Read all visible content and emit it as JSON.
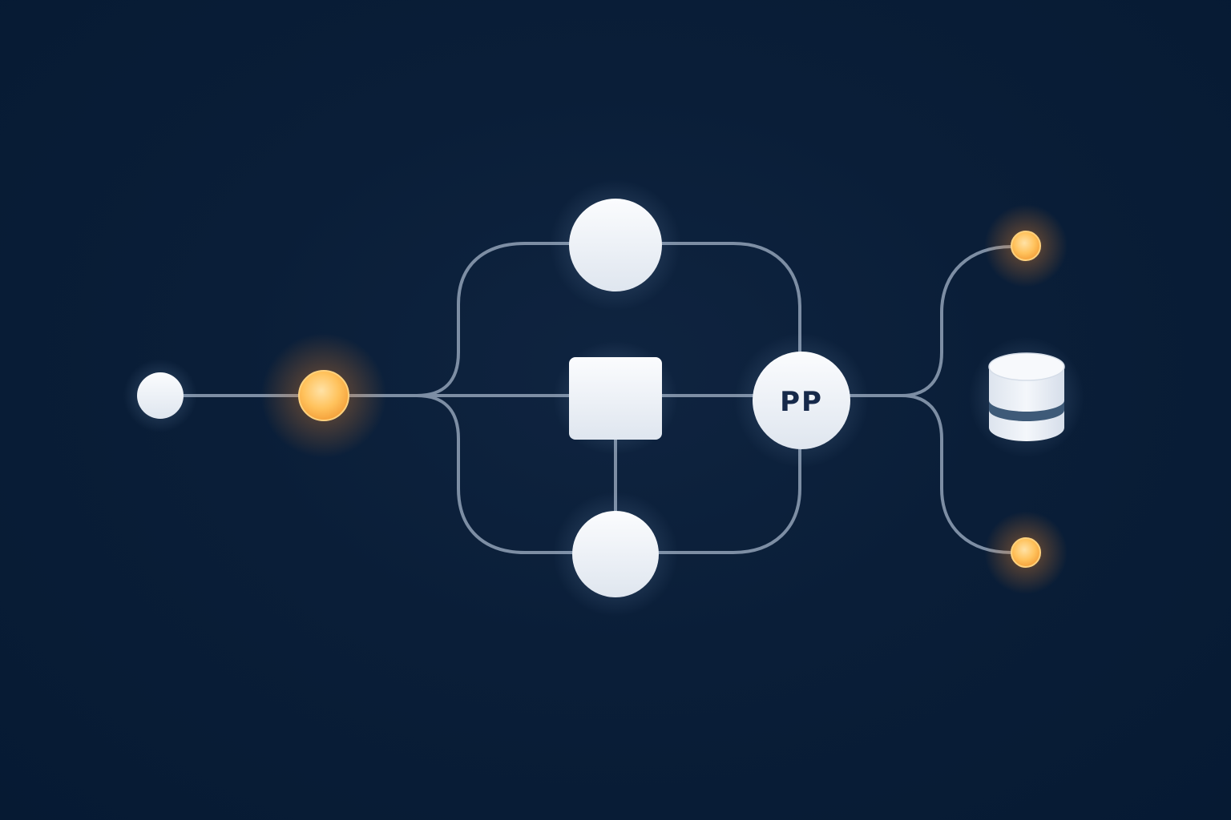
{
  "diagram": {
    "merge_node_label": "PP",
    "colors": {
      "background": "#0a1e38",
      "connector": "#7d8ea4",
      "node_fill": "#eef2f7",
      "accent_glow": "#ffb347",
      "label_text": "#16294a",
      "database_band": "#3e5a78"
    },
    "nodes": [
      {
        "id": "source",
        "shape": "circle"
      },
      {
        "id": "emitter",
        "shape": "glowing-dot"
      },
      {
        "id": "upper",
        "shape": "circle"
      },
      {
        "id": "core",
        "shape": "rounded-square"
      },
      {
        "id": "lower",
        "shape": "circle"
      },
      {
        "id": "merge",
        "shape": "circle"
      },
      {
        "id": "output-top",
        "shape": "glowing-dot"
      },
      {
        "id": "database",
        "shape": "cylinder"
      },
      {
        "id": "output-bottom",
        "shape": "glowing-dot"
      }
    ]
  }
}
